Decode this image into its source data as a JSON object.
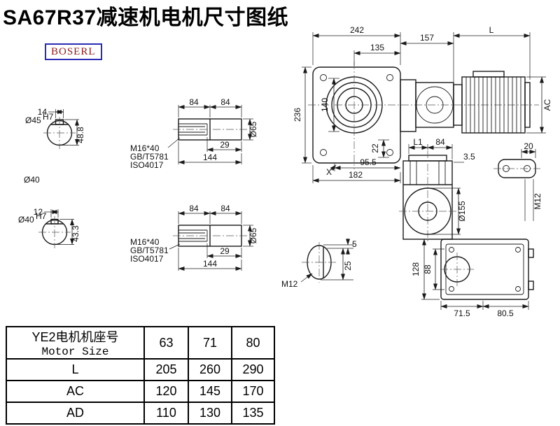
{
  "page": {
    "title": "SA67R37减速机电机尺寸图纸",
    "brand": "BOSERL"
  },
  "shaft_end_1": {
    "top_width": "14",
    "bore": "Ø45",
    "bore_tol": "H7",
    "height": "48.8",
    "below_label": "Ø40"
  },
  "shaft_end_2": {
    "top_width": "12",
    "bore": "Ø40",
    "bore_tol": "H7",
    "height": "43.3"
  },
  "shaft_side_1": {
    "seg_a": "84",
    "seg_b": "84",
    "thread": "M16*40",
    "std_1": "GB/T5781",
    "std_2": "ISO4017",
    "len_inner": "29",
    "len_total": "144",
    "dia": "Ø65"
  },
  "shaft_side_2": {
    "seg_a": "84",
    "seg_b": "84",
    "thread": "M16*40",
    "std_1": "GB/T5781",
    "std_2": "ISO4017",
    "len_inner": "29",
    "len_total": "144",
    "dia": "Ø65"
  },
  "front_view": {
    "width_total": "242",
    "width_right": "135",
    "motor_stub": "157",
    "motor_len": "L",
    "height_total": "236",
    "height_center": "140",
    "motor_height": "AC",
    "foot": "22",
    "bottom_width": "95.5",
    "marker": "X",
    "base_width": "182"
  },
  "side_view": {
    "dim_l1": "L1",
    "dim_top": "84",
    "dim_gap": "3.5",
    "dim_tab": "20",
    "boss_dia": "Ø155",
    "thread": "M12"
  },
  "bottom_view": {
    "height_outer": "128",
    "height_inner": "88",
    "width_left": "71.5",
    "width_right": "80.5"
  },
  "key_detail": {
    "key_width": "5",
    "key_depth": "25",
    "thread": "M12"
  },
  "table": {
    "header_cn": "YE2电机机座号",
    "header_en": "Motor Size",
    "sizes": [
      "63",
      "71",
      "80"
    ],
    "rows": [
      {
        "label": "L",
        "values": [
          "205",
          "260",
          "290"
        ]
      },
      {
        "label": "AC",
        "values": [
          "120",
          "145",
          "170"
        ]
      },
      {
        "label": "AD",
        "values": [
          "110",
          "130",
          "135"
        ]
      }
    ]
  }
}
